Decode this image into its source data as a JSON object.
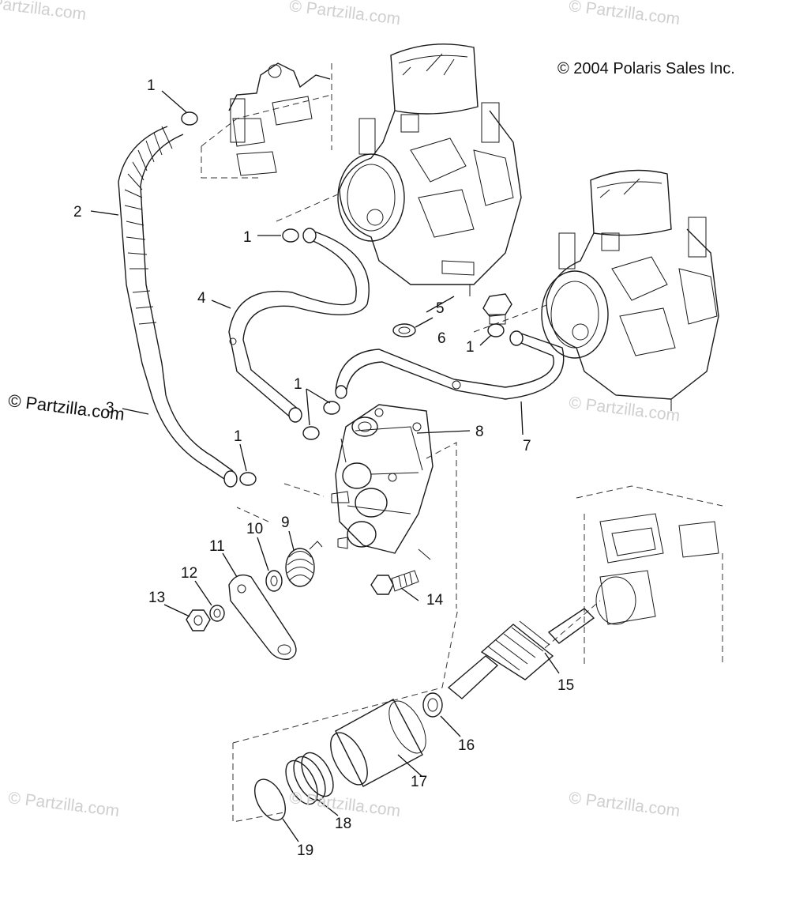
{
  "copyright": "© 2004 Polaris Sales Inc.",
  "watermark_text": "© Partzilla.com",
  "callouts": [
    "1",
    "2",
    "3",
    "4",
    "5",
    "6",
    "7",
    "8",
    "9",
    "10",
    "11",
    "12",
    "13",
    "14",
    "15",
    "16",
    "17",
    "18",
    "19"
  ]
}
